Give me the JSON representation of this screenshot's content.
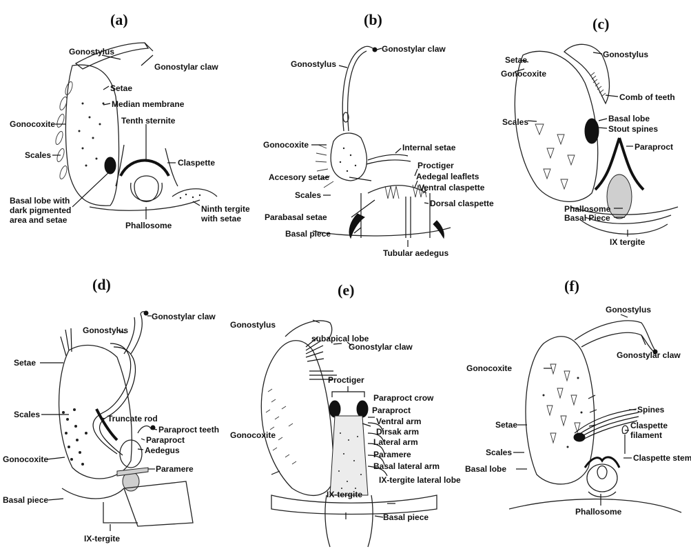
{
  "panels": {
    "a": {
      "title": "(a)",
      "labels": {
        "gonostylus": "Gonostylus",
        "gonostylar_claw": "Gonostylar claw",
        "setae": "Setae",
        "median_membrane": "Median membrane",
        "gonocoxite": "Gonocoxite",
        "tenth_sternite": "Tenth sternite",
        "scales": "Scales",
        "claspette": "Claspette",
        "basal_lobe_1": "Basal lobe with",
        "basal_lobe_2": "dark pigmented",
        "basal_lobe_3": "area and setae",
        "ninth_tergite_1": "Ninth tergite",
        "ninth_tergite_2": "with setae",
        "phallosome": "Phallosome"
      }
    },
    "b": {
      "title": "(b)",
      "labels": {
        "gonostylar_claw": "Gonostylar claw",
        "gonostylus": "Gonostylus",
        "gonocoxite": "Gonocoxite",
        "internal_setae": "Internal setae",
        "proctiger": "Proctiger",
        "accesory_setae": "Accesory setae",
        "aedegal_leaflets": "Aedegal leaflets",
        "ventral_claspette": "Ventral claspette",
        "scales": "Scales",
        "dorsal_claspette": "Dorsal claspette",
        "parabasal_setae": "Parabasal setae",
        "basal_piece": "Basal piece",
        "tubular_aedegus": "Tubular aedegus"
      }
    },
    "c": {
      "title": "(c)",
      "labels": {
        "setae": "Setae",
        "gonostylus": "Gonostylus",
        "gonocoxite": "Gonocoxite",
        "comb_of_teeth": "Comb of teeth",
        "scales": "Scales",
        "basal_lobe": "Basal lobe",
        "stout_spines": "Stout spines",
        "paraproct": "Paraproct",
        "phallosome": "Phallosome",
        "basal_piece": "Basal Piece",
        "ix_tergite": "IX tergite"
      }
    },
    "d": {
      "title": "(d)",
      "labels": {
        "gonostylar_claw": "Gonostylar claw",
        "gonostylus": "Gonostylus",
        "setae": "Setae",
        "scales": "Scales",
        "truncate_rod": "Truncate rod",
        "paraproct_teeth": "Paraproct teeth",
        "paraproct": "Paraproct",
        "aedegus": "Aedegus",
        "gonocoxite": "Gonocoxite",
        "paramere": "Paramere",
        "basal_piece": "Basal piece",
        "ix_tergite": "IX-tergite"
      }
    },
    "e": {
      "title": "(e)",
      "labels": {
        "gonostylus": "Gonostylus",
        "subapical_lobe": "subapical lobe",
        "gonostylar_claw": "Gonostylar claw",
        "proctiger": "Proctiger",
        "paraproct_crow": "Paraproct crow",
        "paraproct": "Paraproct",
        "ventral_arm": "Ventral arm",
        "dirsak_arm": "Dirsak arm",
        "gonocoxite": "Gonocoxite",
        "lateral_arm": "Lateral arm",
        "paramere": "Paramere",
        "basal_lateral_arm": "Basal lateral arm",
        "ix_tergite_lateral_lobe": "IX-tergite lateral lobe",
        "ix_tergite": "IX-tergite",
        "basal_piece": "Basal piece"
      }
    },
    "f": {
      "title": "(f)",
      "labels": {
        "gonostylus": "Gonostylus",
        "gonostylar_claw": "Gonostylar claw",
        "gonocoxite": "Gonocoxite",
        "spines": "Spines",
        "setae": "Setae",
        "claspette_filament_1": "Claspette",
        "claspette_filament_2": "filament",
        "scales": "Scales",
        "claspette_stem": "Claspette stem",
        "basal_lobe": "Basal lobe",
        "phallosome": "Phallosome"
      }
    }
  }
}
